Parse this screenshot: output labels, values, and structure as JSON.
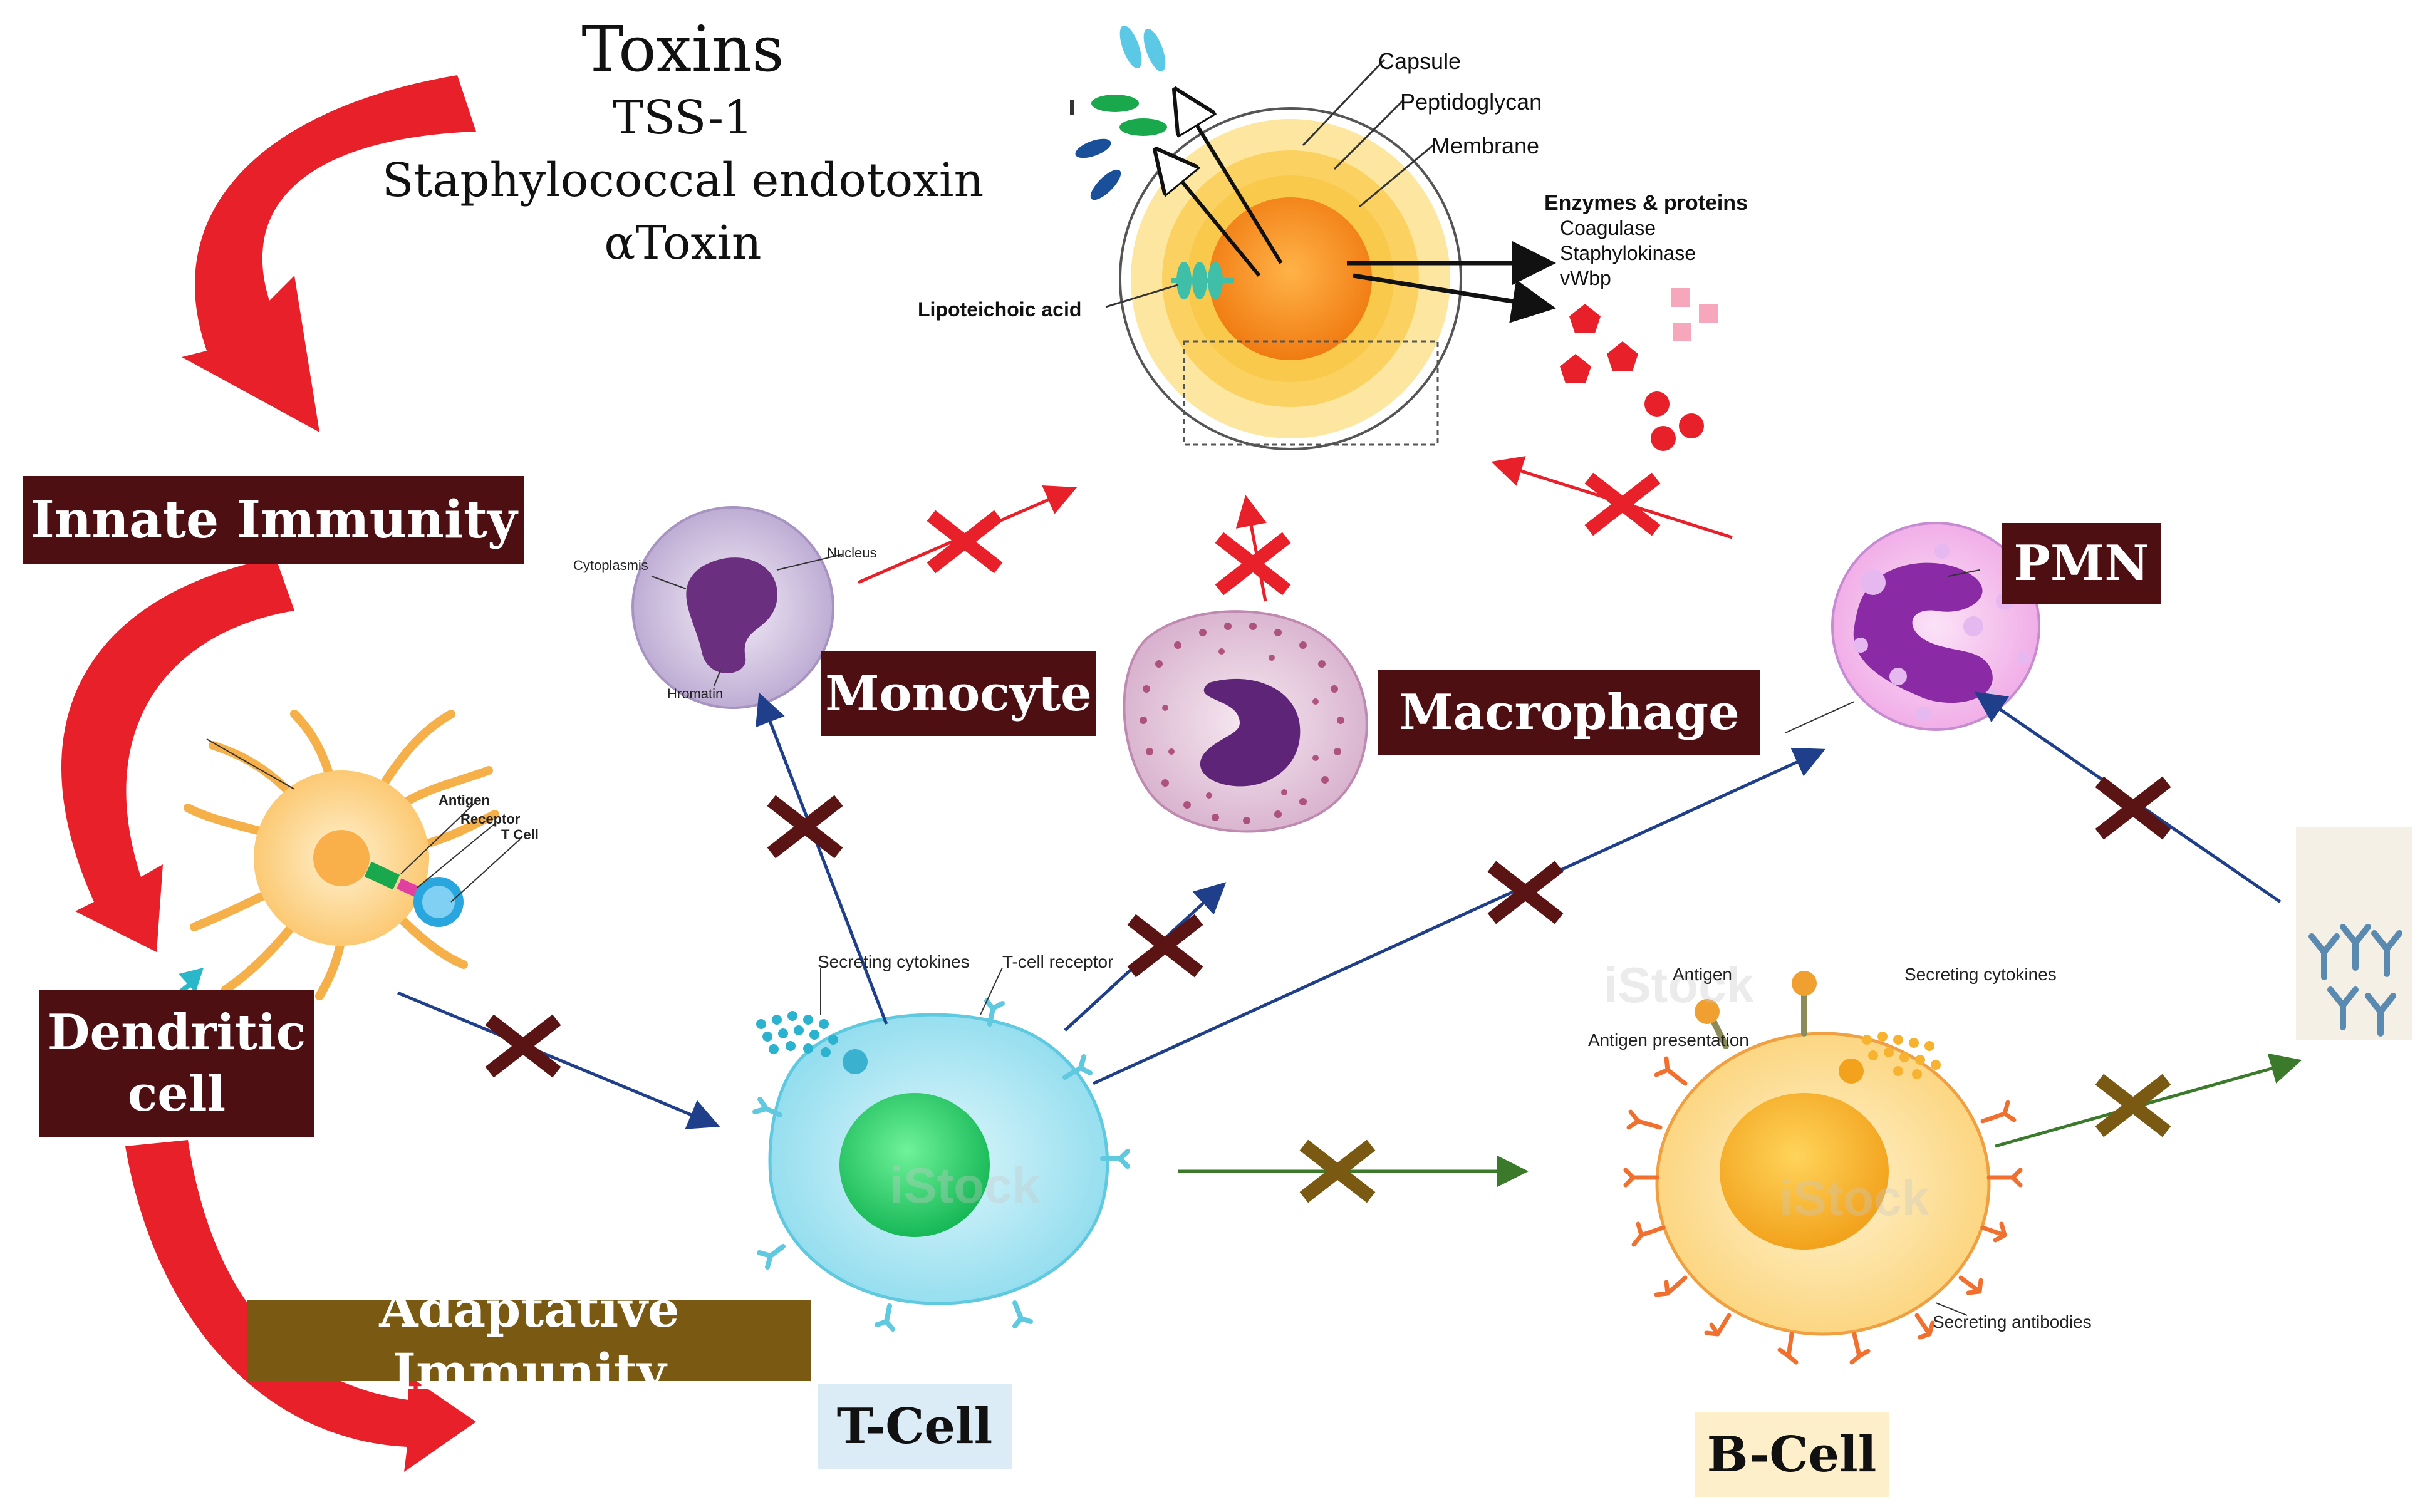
{
  "toxins": {
    "title": "Toxins",
    "items": [
      "TSS-1",
      "Staphylococcal endotoxin",
      "αToxin"
    ]
  },
  "bacterium": {
    "labels": {
      "capsule": "Capsule",
      "peptidoglycan": "Peptidoglycan",
      "membrane": "Membrane",
      "lipoteichoic_acid": "Lipoteichoic acid",
      "enzymes_title": "Enzymes & proteins",
      "enzymes": [
        "Coagulase",
        "Staphylokinase",
        "vWbp"
      ]
    }
  },
  "boxes": {
    "innate": "Innate Immunity",
    "dendritic_line1": "Dendritic",
    "dendritic_line2": "cell",
    "adaptive": "Adaptative Immunity",
    "monocyte": "Monocyte",
    "macrophage": "Macrophage",
    "pmn": "PMN",
    "tcell": "T-Cell",
    "bcell": "B-Cell"
  },
  "cell_labels": {
    "monocyte_cytoplasm": "Cytoplasmis",
    "monocyte_nucleus": "Nucleus",
    "monocyte_chromatin": "Hromatin",
    "dendritic_antigen": "Antigen",
    "dendritic_receptor": "Receptor",
    "dendritic_tcell": "T Cell",
    "tcell_secreting": "Secreting cytokines",
    "tcell_receptor": "T-cell receptor",
    "bcell_antigen": "Antigen",
    "bcell_presentation": "Antigen presentation",
    "bcell_secreting": "Secreting cytokines",
    "bcell_antibodies": "Secreting antibodies",
    "watermark": "iStock"
  },
  "colors": {
    "dark_box": "#4e0f12",
    "olive_box": "#7a5a12",
    "blocked_red": "#e8202a",
    "blocked_dark": "#5a1414",
    "blocked_olive": "#7a5a12",
    "flow_blue": "#1f3f8a",
    "flow_green": "#3a7a2a",
    "tcell_blue": "#9fe3f0",
    "bcell_yellow": "#fde39a"
  }
}
